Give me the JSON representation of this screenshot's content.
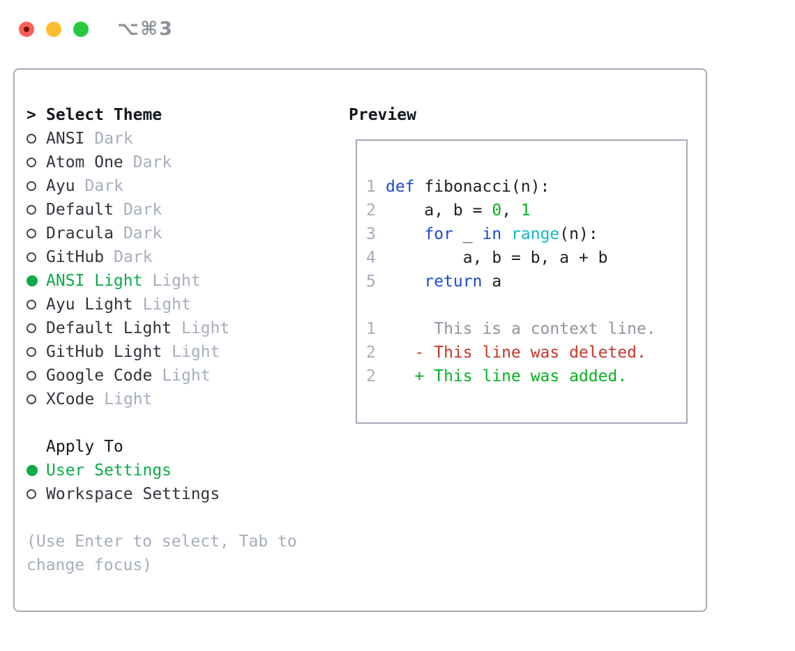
{
  "window": {
    "shortcut": "⌥⌘3",
    "traffic_lights": [
      "close",
      "minimize",
      "zoom"
    ]
  },
  "theme_panel": {
    "title_prefix": ">",
    "title": "Select Theme",
    "themes": [
      {
        "name": "ANSI",
        "variant": "Dark",
        "selected": false
      },
      {
        "name": "Atom One",
        "variant": "Dark",
        "selected": false
      },
      {
        "name": "Ayu",
        "variant": "Dark",
        "selected": false
      },
      {
        "name": "Default",
        "variant": "Dark",
        "selected": false
      },
      {
        "name": "Dracula",
        "variant": "Dark",
        "selected": false
      },
      {
        "name": "GitHub",
        "variant": "Dark",
        "selected": false
      },
      {
        "name": "ANSI Light",
        "variant": "Light",
        "selected": true
      },
      {
        "name": "Ayu Light",
        "variant": "Light",
        "selected": false
      },
      {
        "name": "Default Light",
        "variant": "Light",
        "selected": false
      },
      {
        "name": "GitHub Light",
        "variant": "Light",
        "selected": false
      },
      {
        "name": "Google Code",
        "variant": "Light",
        "selected": false
      },
      {
        "name": "XCode",
        "variant": "Light",
        "selected": false
      }
    ],
    "apply_to": {
      "title": "Apply To",
      "options": [
        {
          "label": "User Settings",
          "selected": true
        },
        {
          "label": "Workspace Settings",
          "selected": false
        }
      ]
    },
    "hint": "(Use Enter to select, Tab to change focus)"
  },
  "preview": {
    "title": "Preview",
    "code_lines": [
      {
        "num": "1",
        "tokens": [
          {
            "c": "kw",
            "t": "def"
          },
          {
            "c": "plain",
            "t": " fibonacci(n):"
          }
        ]
      },
      {
        "num": "2",
        "tokens": [
          {
            "c": "plain",
            "t": "    a, b = "
          },
          {
            "c": "num",
            "t": "0"
          },
          {
            "c": "plain",
            "t": ", "
          },
          {
            "c": "num",
            "t": "1"
          }
        ]
      },
      {
        "num": "3",
        "tokens": [
          {
            "c": "plain",
            "t": "    "
          },
          {
            "c": "kw",
            "t": "for"
          },
          {
            "c": "plain",
            "t": " _ "
          },
          {
            "c": "kw",
            "t": "in"
          },
          {
            "c": "plain",
            "t": " "
          },
          {
            "c": "builtin",
            "t": "range"
          },
          {
            "c": "plain",
            "t": "(n):"
          }
        ]
      },
      {
        "num": "4",
        "tokens": [
          {
            "c": "plain",
            "t": "        a, b = b, a + b"
          }
        ]
      },
      {
        "num": "5",
        "tokens": [
          {
            "c": "plain",
            "t": "    "
          },
          {
            "c": "kw",
            "t": "return"
          },
          {
            "c": "plain",
            "t": " a"
          }
        ]
      }
    ],
    "diff_lines": [
      {
        "num": "1",
        "kind": "context",
        "text": "     This is a context line."
      },
      {
        "num": "2",
        "kind": "deleted",
        "text": "   - This line was deleted."
      },
      {
        "num": "2",
        "kind": "added",
        "text": "   + This line was added."
      }
    ]
  },
  "colors": {
    "ui_green": "#0cab47",
    "code_green": "#00b41e",
    "keyword_blue": "#1b4bd3",
    "builtin_cyan": "#12b7c4",
    "deleted_red": "#c63527",
    "muted_gray": "#a6aebc",
    "context_gray": "#8e959e",
    "line_number_gray": "#a4adba",
    "border_gray": "#a4acb8",
    "heading_black": "#14181c",
    "name_gray": "#30353c",
    "code_black": "#1b1f24",
    "radio_ring": "#42484f",
    "traffic_red": "#ff5f57",
    "traffic_yellow": "#febc2e",
    "traffic_green": "#27c93f",
    "close_dot": "#6e1310",
    "shortcut_gray": "#8b9199"
  }
}
